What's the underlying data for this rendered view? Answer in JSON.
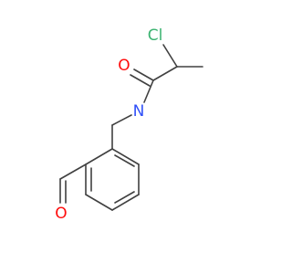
{
  "molecule": {
    "atoms": [
      {
        "id": "cl",
        "label": "Cl",
        "color": "#3cb371"
      },
      {
        "id": "o1",
        "label": "O",
        "color": "#ff0d0d"
      },
      {
        "id": "n1",
        "label": "N",
        "color": "#3050f8"
      },
      {
        "id": "o2",
        "label": "O",
        "color": "#ff0d0d"
      }
    ],
    "bond_color": "#404040"
  }
}
